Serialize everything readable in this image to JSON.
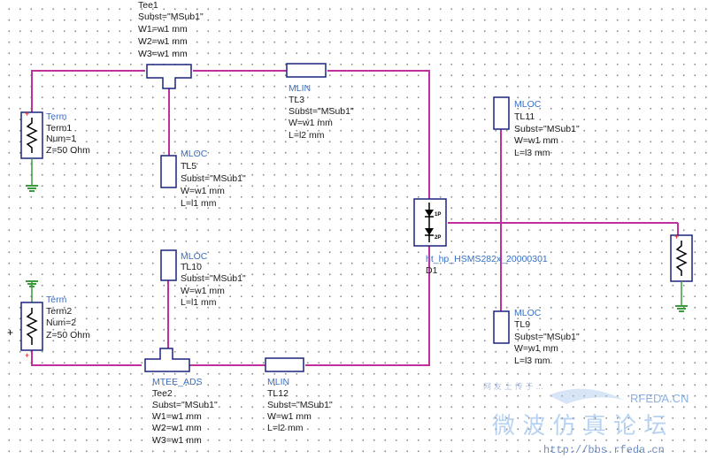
{
  "colors": {
    "wire": "#c0309c",
    "component": "#1a237e",
    "label": "#1a1a1a",
    "type_label": "#3a6fc4",
    "ground": "#3b9a3b"
  },
  "components": {
    "tee1": {
      "name": "Tee1",
      "subst": "Subst=\"MSub1\"",
      "w1": "W1=w1 mm",
      "w2": "W2=w1 mm",
      "w3": "W3=w1 mm"
    },
    "term1": {
      "type": "Term",
      "name": "Term1",
      "num": "Num=1",
      "z": "Z=50 Ohm"
    },
    "tl3": {
      "type": "MLIN",
      "name": "TL3",
      "subst": "Subst=\"MSub1\"",
      "w": "W=w1 mm",
      "l": "L=l2 mm"
    },
    "tl5": {
      "type": "MLOC",
      "name": "TL5",
      "subst": "Subst=\"MSub1\"",
      "w": "W=w1 mm",
      "l": "L=l1 mm"
    },
    "tl11": {
      "type": "MLOC",
      "name": "TL11",
      "subst": "Subst=\"MSub1\"",
      "w": "W=w1 mm",
      "l": "L=l3 mm"
    },
    "d1": {
      "type": "ht_hp_HSMS282x_20000301",
      "name": "D1",
      "pin1": "1P",
      "pin2": "2P"
    },
    "tl10": {
      "type": "MLOC",
      "name": "TL10",
      "subst": "Subst=\"MSub1\"",
      "w": "W=w1 mm",
      "l": "L=l1 mm"
    },
    "term2": {
      "type": "Term",
      "name": "Term2",
      "num": "Num=2",
      "z": "Z=50 Ohm"
    },
    "tl9": {
      "type": "MLOC",
      "name": "TL9",
      "subst": "Subst=\"MSub1\"",
      "w": "W=w1 mm",
      "l": "L=l3 mm"
    },
    "tee2": {
      "type": "MTEE_ADS",
      "name": "Tee2",
      "subst": "Subst=\"MSub1\"",
      "w1": "W1=w1 mm",
      "w2": "W2=w1 mm",
      "w3": "W3=w1 mm"
    },
    "tl12": {
      "type": "MLIN",
      "name": "TL12",
      "subst": "Subst=\"MSub1\"",
      "w": "W=w1 mm",
      "l": "L=l2 mm"
    }
  },
  "watermark": {
    "line1": "网 友 上 传 于 ...",
    "brand": "RFEDA.CN",
    "chinese": "微 波 仿 真 论 坛",
    "url": "http://bbs.rfeda.cn"
  }
}
